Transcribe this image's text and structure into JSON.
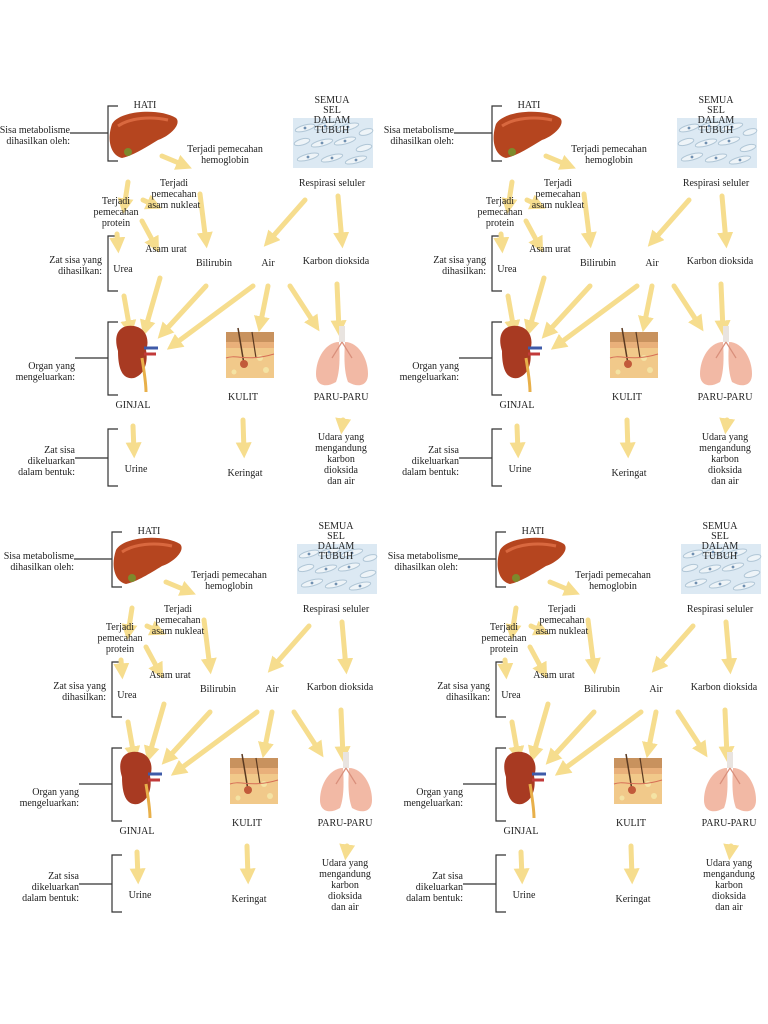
{
  "diagram": {
    "liver_title": "HATI",
    "all_cells_title": "SEMUA SEL\nDALAM TUBUH",
    "left_labels": {
      "waste_by": "Sisa metabolisme\ndihasilkan oleh:",
      "waste_produced": "Zat sisa yang\ndihasilkan:",
      "organ": "Organ yang\nmengeluarkan:",
      "excreted_form": "Zat sisa\ndikeluarkan\ndalam bentuk:"
    },
    "processes": {
      "hemoglobin": "Terjadi pemecahan\nhemoglobin",
      "nucleic": "Terjadi\npemecahan\nasam nukleat",
      "protein": "Terjadi\npemecahan\nprotein",
      "respiration": "Respirasi seluler"
    },
    "substances": {
      "urea": "Urea",
      "uric_acid": "Asam urat",
      "bilirubin": "Bilirubin",
      "water": "Air",
      "co2": "Karbon dioksida"
    },
    "organs": {
      "kidney": "GINJAL",
      "skin": "KULIT",
      "lungs": "PARU-PARU"
    },
    "outputs": {
      "urine": "Urine",
      "sweat": "Keringat",
      "breath": "Udara yang\nmengandung\nkarbon dioksida\ndan air"
    },
    "colors": {
      "arrow": "#f6dd8e",
      "liver": "#b5451f",
      "kidney": "#a83a22",
      "lung": "#f2b9a5",
      "skin_top": "#c8925e",
      "cells_bg": "#dce9f3"
    }
  }
}
